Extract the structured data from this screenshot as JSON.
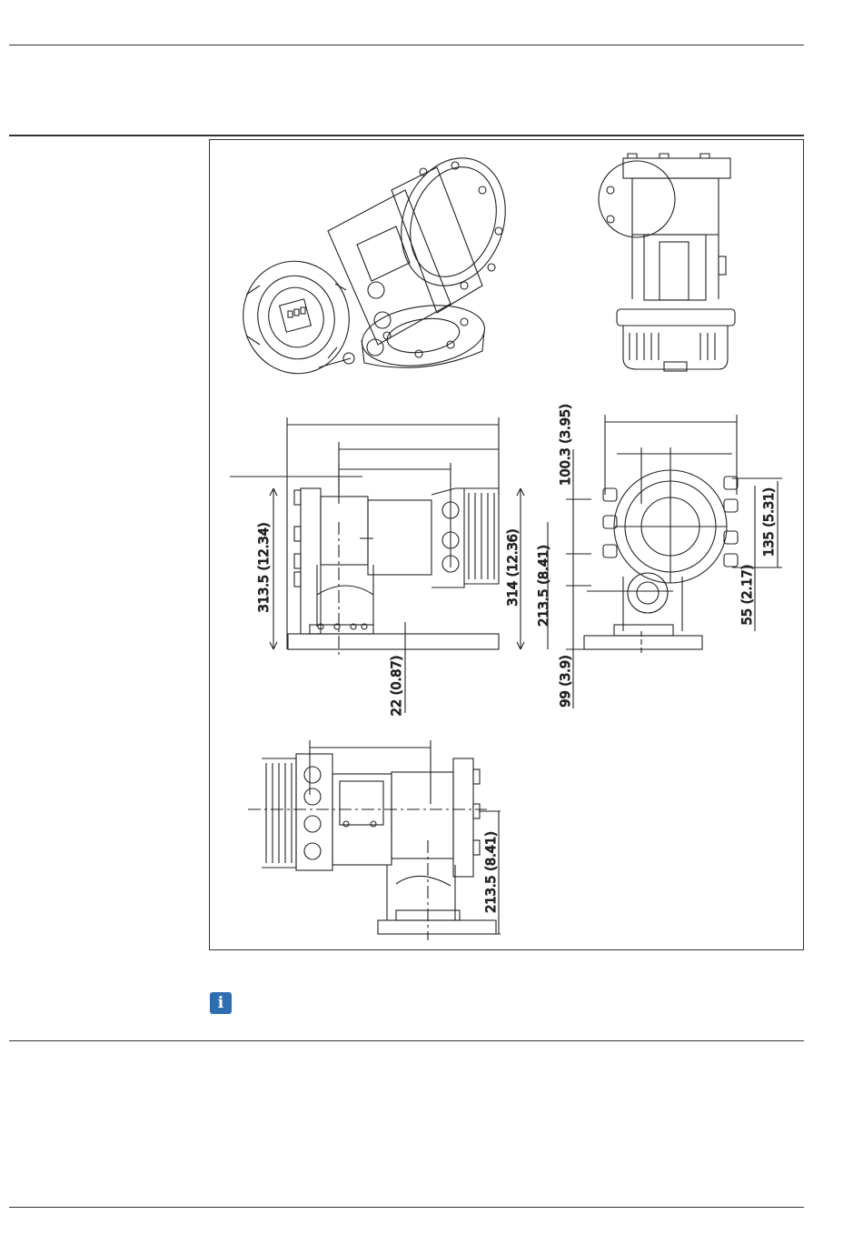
{
  "figure": {
    "dimensions": {
      "d1": "313.5 (12.34)",
      "d2": "314 (12.36)",
      "d3": "22 (0.87)",
      "d4": "100.3 (3.95)",
      "d5": "213.5 (8.41)",
      "d6": "99 (3.9)",
      "d7": "135 (5.31)",
      "d8": "55 (2.17)",
      "d9": "213.5 (8.41)"
    }
  },
  "info_icon": {
    "glyph": "i",
    "color": "#2f6db1"
  }
}
